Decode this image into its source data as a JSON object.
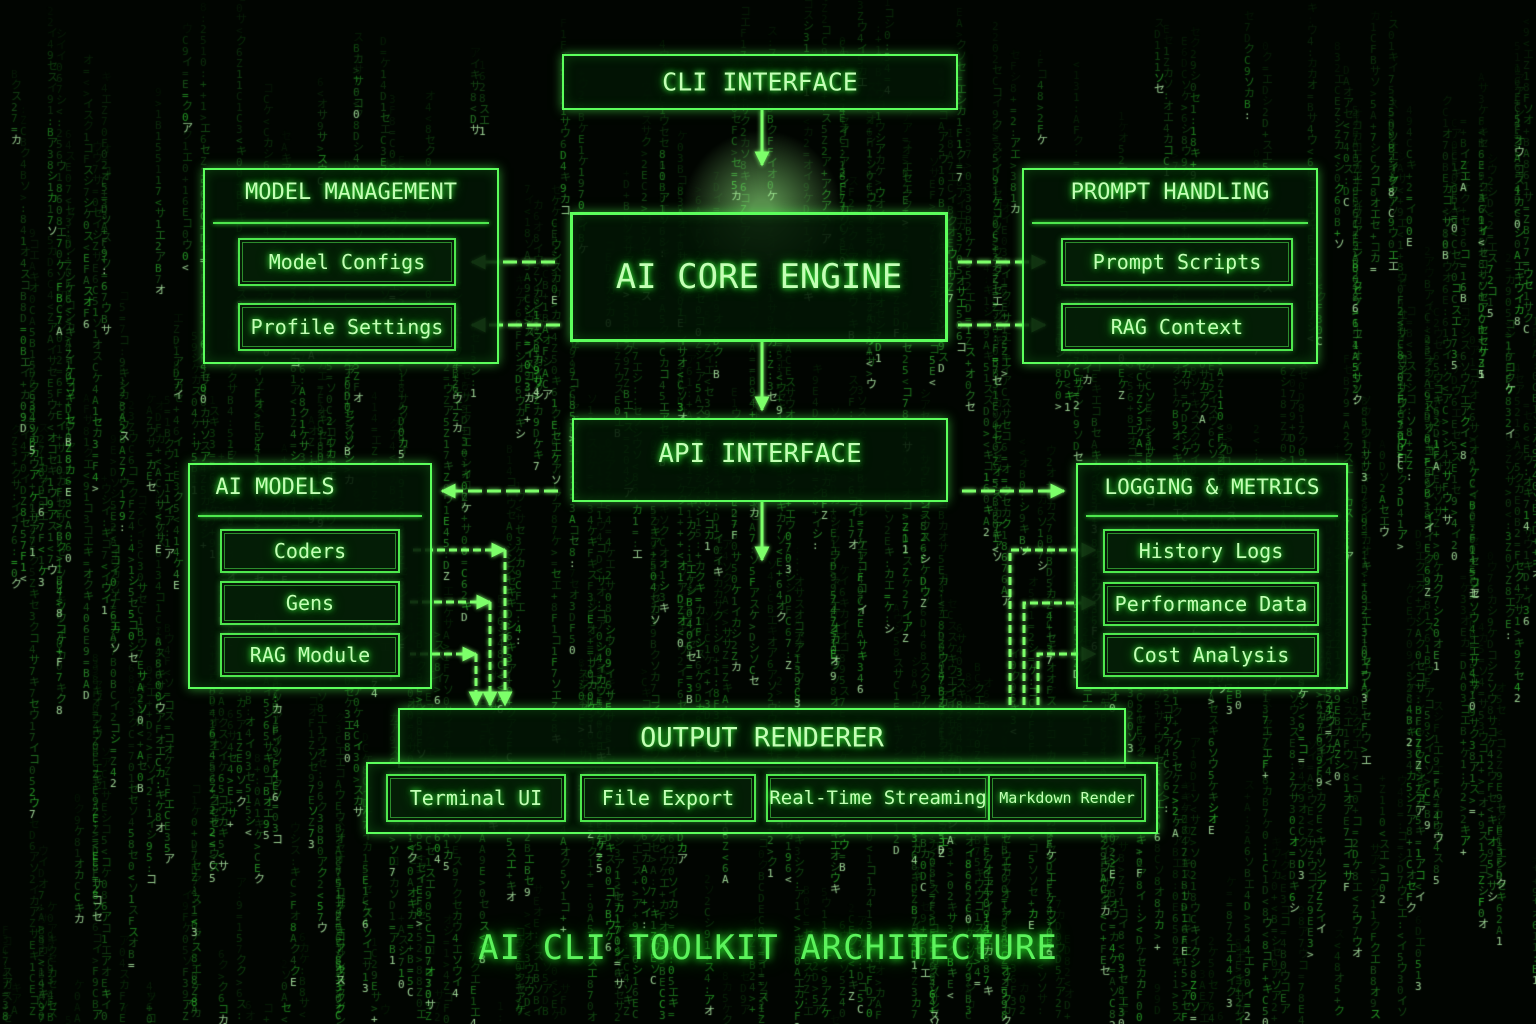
{
  "diagram_title": "AI CLI TOOLKIT ARCHITECTURE",
  "colors": {
    "accent": "#5cff5c",
    "text": "#c4ffb6",
    "background": "#010501"
  },
  "nodes": {
    "cli_interface": "CLI INTERFACE",
    "ai_core_engine": "AI CORE ENGINE",
    "api_interface": "API INTERFACE",
    "output_renderer": "OUTPUT RENDERER"
  },
  "groups": {
    "model_management": {
      "title": "MODEL MANAGEMENT",
      "items": [
        "Model Configs",
        "Profile Settings"
      ]
    },
    "prompt_handling": {
      "title": "PROMPT HANDLING",
      "items": [
        "Prompt Scripts",
        "RAG Context"
      ]
    },
    "ai_models": {
      "title": "AI MODELS",
      "items": [
        "Coders",
        "Gens",
        "RAG Module"
      ]
    },
    "logging_metrics": {
      "title": "LOGGING & METRICS",
      "items": [
        "History Logs",
        "Performance Data",
        "Cost Analysis"
      ]
    }
  },
  "output_items": [
    "Terminal UI",
    "File Export",
    "Real-Time Streaming",
    "Markdown Render"
  ]
}
